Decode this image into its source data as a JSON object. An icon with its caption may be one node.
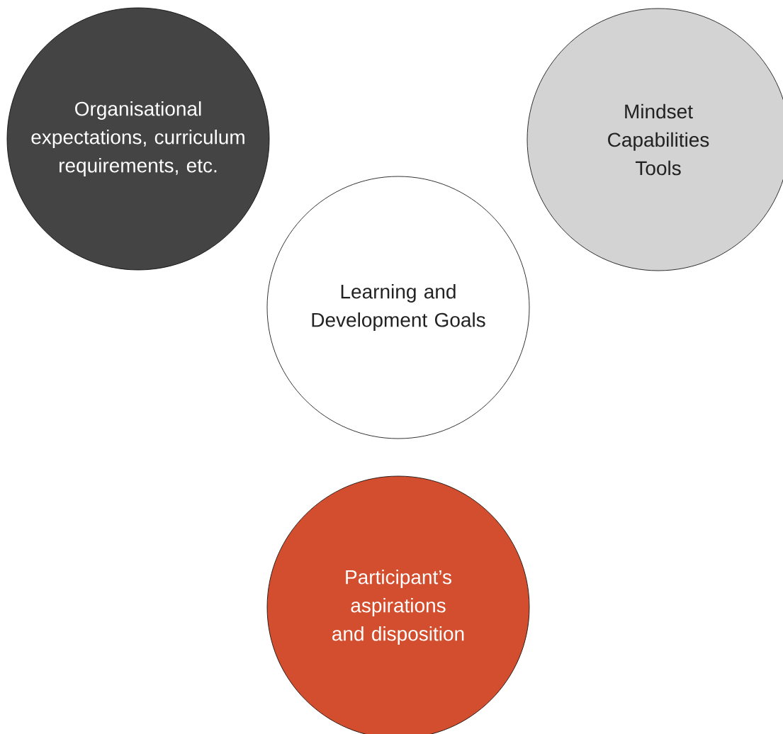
{
  "diagram": {
    "nodes": [
      {
        "text": [
          "Organisational expectations, curriculum requirements, etc."
        ]
      },
      {
        "text": [
          "Mindset",
          "Capabilities",
          "Tools"
        ]
      },
      {
        "text": [
          "Learning and Development Goals"
        ]
      },
      {
        "text": [
          "Participant’s aspirations and disposition"
        ]
      }
    ]
  }
}
